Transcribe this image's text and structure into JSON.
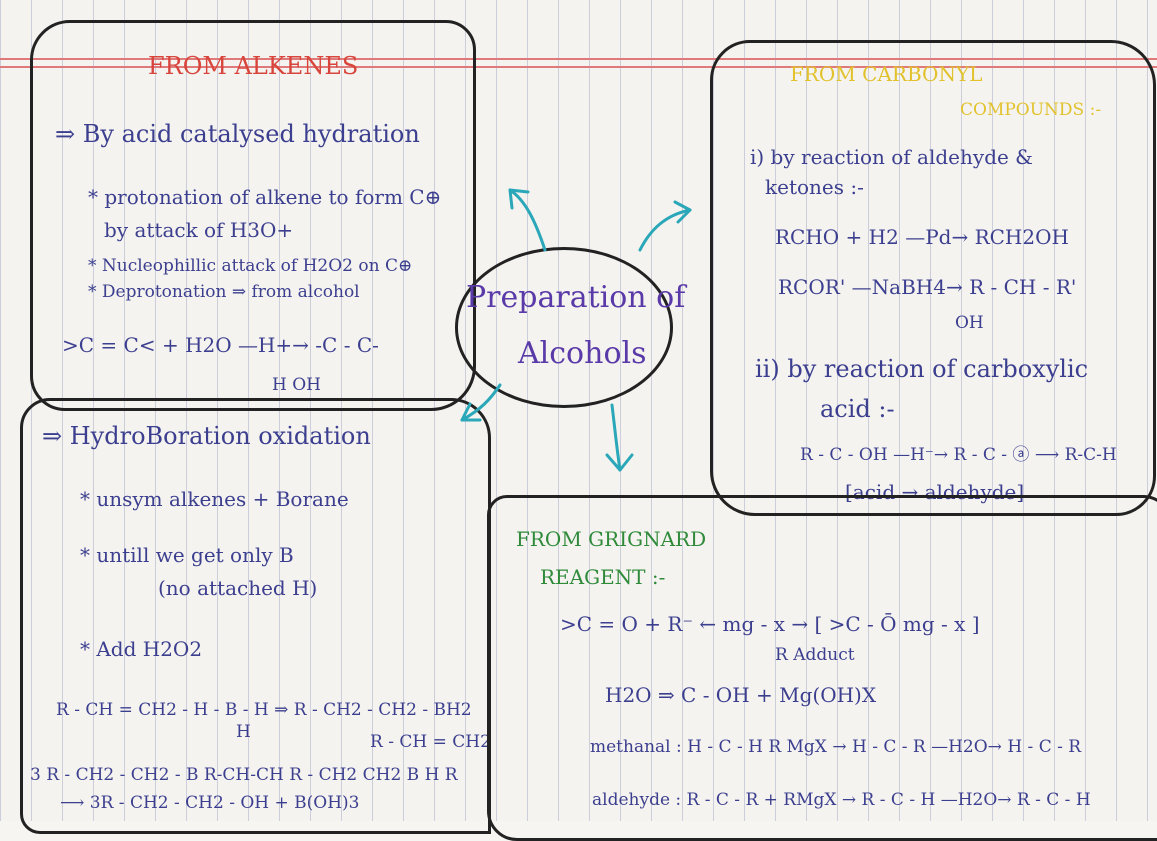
{
  "center": {
    "line1": "Preparation of",
    "line2": "Alcohols"
  },
  "alkenes": {
    "title": "FROM ALKENES",
    "heading": "⇒ By acid catalysed hydration",
    "steps": [
      "* protonation of alkene to form C⊕",
      "by attack of H3O+",
      "* Nucleophillic attack of H2O2 on C⊕",
      "* Deprotonation ⇒ from alcohol"
    ],
    "equation": ">C = C< + H2O —H+→ -C - C-",
    "equation_sub": "H   OH"
  },
  "hydroboration": {
    "heading": "⇒ HydroBoration oxidation",
    "steps": [
      "* unsym alkenes + Borane",
      "* untill we get only B",
      "(no attached H)",
      "* Add H2O2"
    ],
    "eq1": "R - CH = CH2 - H - B - H ⇒ R - CH2 - CH2 - BH2",
    "eq1_sub": "H",
    "eq2_side": "R - CH = CH2",
    "eq3": "3 R - CH2 - CH2 - B   R-CH-CH   R - CH2 CH2 B H R",
    "eq4": "⟶ 3R - CH2 - CH2 - OH + B(OH)3"
  },
  "carbonyl": {
    "title": "FROM CARBONYL",
    "title2": "COMPOUNDS :-",
    "i_heading": "i) by reaction of aldehyde &",
    "i_heading2": "ketones :-",
    "eq1": "RCHO + H2 —Pd→ RCH2OH",
    "eq2": "RCOR' —NaBH4→ R - CH - R'",
    "eq2_sub": "OH",
    "ii_heading": "ii)  by reaction of carboxylic",
    "ii_heading2": "acid :-",
    "eq3": "R - C - OH —H⁻→ R - C - ⓐ ⟶ R-C-H",
    "eq3_note": "[acid → aldehyde]"
  },
  "grignard": {
    "title": "FROM GRIGNARD",
    "title2": "REAGENT :-",
    "eq1": ">C = O + R⁻ ← mg - x → [ >C - Ō mg - x ]",
    "eq1_sub": "R   Adduct",
    "eq2": "H2O ⇒ C - OH + Mg(OH)X",
    "eq3": "methanal : H - C - H  R MgX → H - C - R  —H2O→  H - C - R",
    "eq4": "aldehyde : R - C - R + RMgX → R - C - H  —H2O→  R - C - H"
  },
  "colors": {
    "ink": "#3c3f8f",
    "red": "#d8453c",
    "green": "#2f8a3a",
    "yellow": "#e2c22c",
    "purple": "#5a3aa8",
    "arrow": "#2aa7b8"
  }
}
